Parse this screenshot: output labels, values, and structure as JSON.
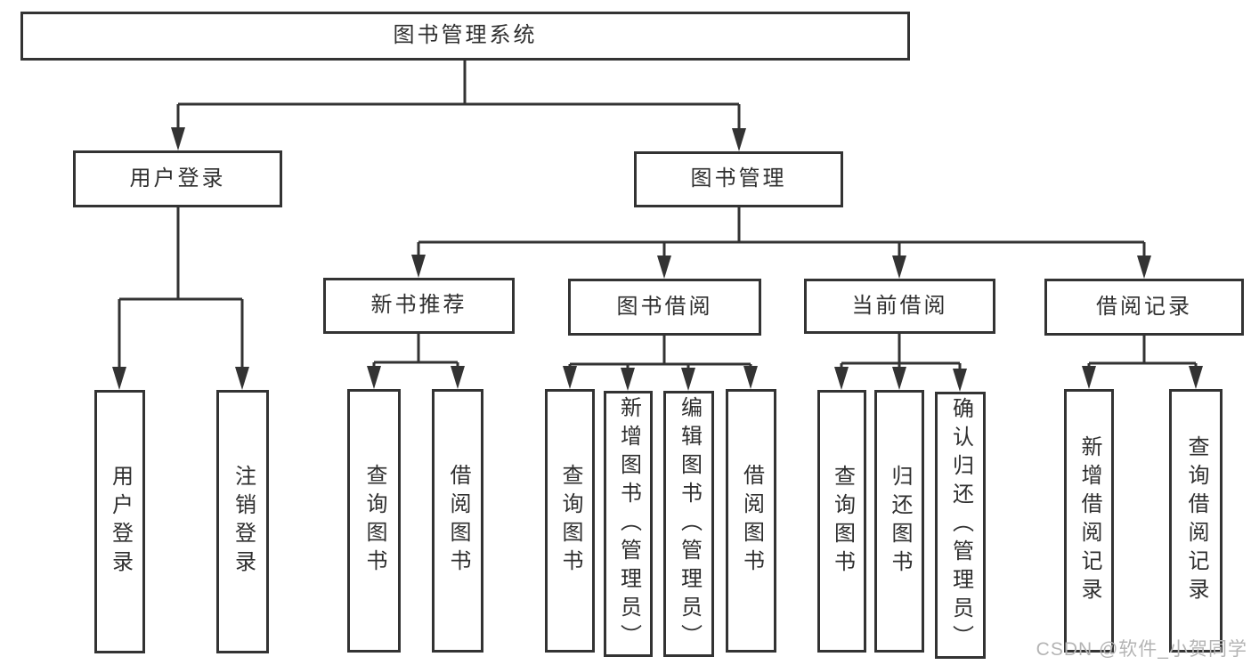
{
  "colors": {
    "background": "#ffffff",
    "line": "#333333",
    "box_border": "#333333",
    "text": "#2f2f2f",
    "watermark": "#b4b4b4"
  },
  "tree": {
    "root": {
      "label": "图书管理系统"
    },
    "branches": [
      {
        "label": "用户登录",
        "children": [
          {
            "label": "用户登录"
          },
          {
            "label": "注销登录"
          }
        ]
      },
      {
        "label": "图书管理",
        "children": [
          {
            "label": "新书推荐",
            "children": [
              {
                "label": "查询图书"
              },
              {
                "label": "借阅图书"
              }
            ]
          },
          {
            "label": "图书借阅",
            "children": [
              {
                "label": "查询图书"
              },
              {
                "label": "新增图书（管理员）"
              },
              {
                "label": "编辑图书（管理员）"
              },
              {
                "label": "借阅图书"
              }
            ]
          },
          {
            "label": "当前借阅",
            "children": [
              {
                "label": "查询图书"
              },
              {
                "label": "归还图书"
              },
              {
                "label": "确认归还（管理员）"
              }
            ]
          },
          {
            "label": "借阅记录",
            "children": [
              {
                "label": "新增借阅记录"
              },
              {
                "label": "查询借阅记录"
              }
            ]
          }
        ]
      }
    ]
  },
  "watermark": {
    "text": "CSDN @软件_小贺同学"
  }
}
